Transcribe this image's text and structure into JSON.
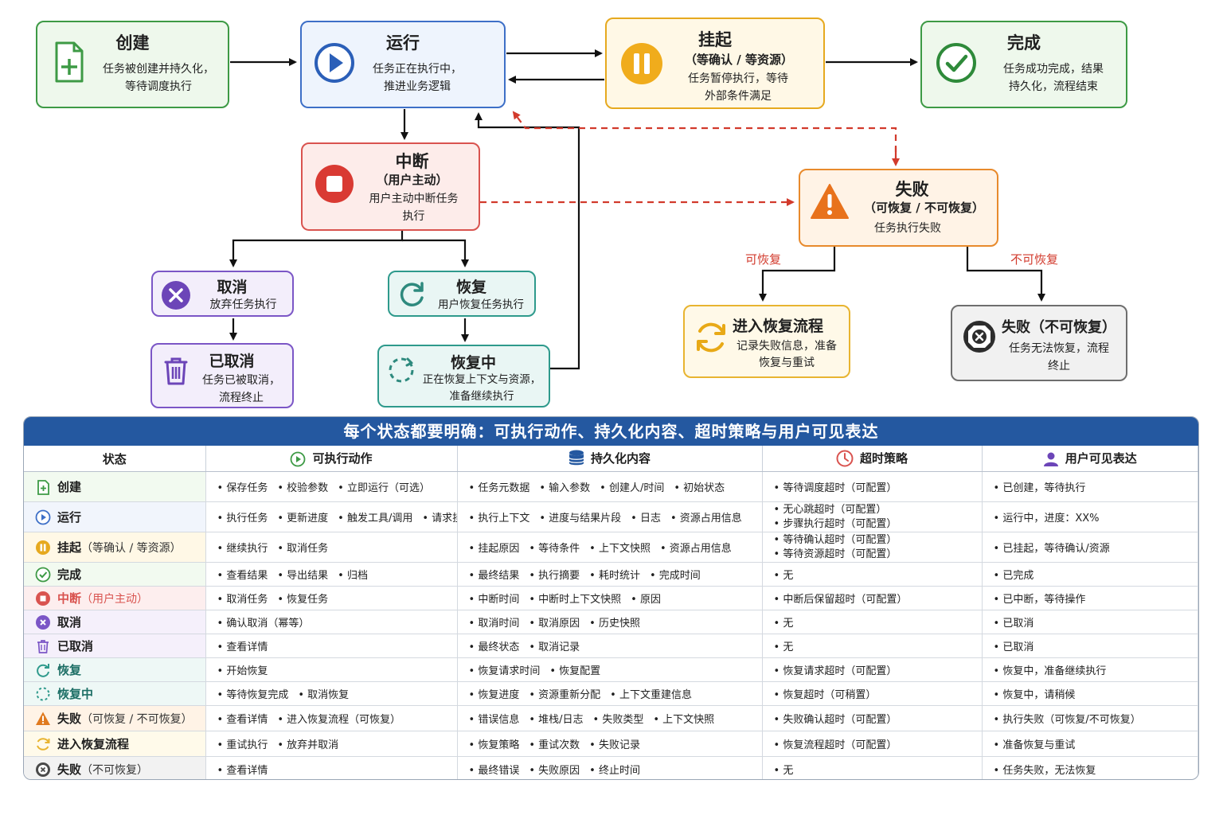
{
  "nodes": {
    "create": {
      "title": "创建",
      "desc": "任务被创建并持久化，\n等待调度执行"
    },
    "running": {
      "title": "运行",
      "desc": "任务正在执行中，\n推进业务逻辑"
    },
    "suspended": {
      "title": "挂起",
      "sub": "（等确认 / 等资源）",
      "desc": "任务暂停执行，等待\n外部条件满足"
    },
    "done": {
      "title": "完成",
      "desc": "任务成功完成，结果\n持久化，流程结束"
    },
    "interrupt": {
      "title": "中断",
      "sub": "（用户主动）",
      "desc": "用户主动中断任务\n执行"
    },
    "failed": {
      "title": "失败",
      "sub": "（可恢复 / 不可恢复）",
      "desc": "任务执行失败"
    },
    "cancel": {
      "title": "取消",
      "desc": "放弃任务执行"
    },
    "cancelled": {
      "title": "已取消",
      "desc": "任务已被取消，\n流程终止"
    },
    "resume": {
      "title": "恢复",
      "desc": "用户恢复任务执行"
    },
    "resuming": {
      "title": "恢复中",
      "desc": "正在恢复上下文与资源，\n准备继续执行"
    },
    "recovery": {
      "title": "进入恢复流程",
      "desc": "记录失败信息，准备\n恢复与重试"
    },
    "fatal": {
      "title": "失败（不可恢复）",
      "desc": "任务无法恢复，流程\n终止"
    }
  },
  "edge_labels": {
    "recoverable": "可恢复",
    "unrecoverable": "不可恢复"
  },
  "table": {
    "banner": "每个状态都要明确：可执行动作、持久化内容、超时策略与用户可见表达",
    "headers": [
      "状态",
      "可执行动作",
      "持久化内容",
      "超时策略",
      "用户可见表达"
    ],
    "rows": [
      {
        "icon": "file-plus-icon",
        "color": "#3d9a45",
        "bg": "#f2faf0",
        "state": "创建",
        "note": "",
        "actions": [
          "保存任务",
          "校验参数",
          "立即运行（可选）"
        ],
        "persist": [
          "任务元数据",
          "输入参数",
          "创建人/时间",
          "初始状态"
        ],
        "timeout": [
          "等待调度超时（可配置）"
        ],
        "user": "已创建，等待执行"
      },
      {
        "icon": "play-icon",
        "color": "#3d6fc7",
        "bg": "#f1f5fc",
        "state": "运行",
        "note": "",
        "actions": [
          "执行任务",
          "更新进度",
          "触发工具/调用",
          "请求挂起"
        ],
        "persist": [
          "执行上下文",
          "进度与结果片段",
          "日志",
          "资源占用信息"
        ],
        "timeout": [
          "无心跳超时（可配置）",
          "步骤执行超时（可配置）"
        ],
        "user": "运行中，进度：XX%"
      },
      {
        "icon": "pause-icon",
        "color": "#e6a91f",
        "bg": "#fff8e6",
        "state": "挂起",
        "note": "（等确认 / 等资源）",
        "actions": [
          "继续执行",
          "取消任务"
        ],
        "persist": [
          "挂起原因",
          "等待条件",
          "上下文快照",
          "资源占用信息"
        ],
        "timeout": [
          "等待确认超时（可配置）",
          "等待资源超时（可配置）"
        ],
        "user": "已挂起，等待确认/资源"
      },
      {
        "icon": "check-circle-icon",
        "color": "#3d9a45",
        "bg": "#f2faf0",
        "state": "完成",
        "note": "",
        "actions": [
          "查看结果",
          "导出结果",
          "归档"
        ],
        "persist": [
          "最终结果",
          "执行摘要",
          "耗时统计",
          "完成时间"
        ],
        "timeout": [
          "无"
        ],
        "user": "已完成"
      },
      {
        "icon": "stop-icon",
        "color": "#d9534f",
        "bg": "#fdeeee",
        "state": "中断",
        "note": "（用户主动）",
        "actions": [
          "取消任务",
          "恢复任务"
        ],
        "persist": [
          "中断时间",
          "中断时上下文快照",
          "原因"
        ],
        "timeout": [
          "中断后保留超时（可配置）"
        ],
        "user": "已中断，等待操作"
      },
      {
        "icon": "x-circle-icon",
        "color": "#7b56c6",
        "bg": "#f5f0fb",
        "state": "取消",
        "note": "",
        "actions": [
          "确认取消（幂等）"
        ],
        "persist": [
          "取消时间",
          "取消原因",
          "历史快照"
        ],
        "timeout": [
          "无"
        ],
        "user": "已取消"
      },
      {
        "icon": "trash-icon",
        "color": "#7b56c6",
        "bg": "#f5f0fb",
        "state": "已取消",
        "note": "",
        "actions": [
          "查看详情"
        ],
        "persist": [
          "最终状态",
          "取消记录"
        ],
        "timeout": [
          "无"
        ],
        "user": "已取消"
      },
      {
        "icon": "refresh-icon",
        "color": "#2e9a8c",
        "bg": "#eef8f6",
        "state": "恢复",
        "note": "",
        "actions": [
          "开始恢复"
        ],
        "persist": [
          "恢复请求时间",
          "恢复配置"
        ],
        "timeout": [
          "恢复请求超时（可配置）"
        ],
        "user": "恢复中，准备继续执行"
      },
      {
        "icon": "loading-icon",
        "color": "#2e9a8c",
        "bg": "#eef8f6",
        "state": "恢复中",
        "note": "",
        "actions": [
          "等待恢复完成",
          "取消恢复"
        ],
        "persist": [
          "恢复进度",
          "资源重新分配",
          "上下文重建信息"
        ],
        "timeout": [
          "恢复超时（可稍置）"
        ],
        "user": "恢复中，请稍候"
      },
      {
        "icon": "warning-icon",
        "color": "#e07a1f",
        "bg": "#fff3e6",
        "state": "失败",
        "note": "（可恢复 / 不可恢复）",
        "actions": [
          "查看详情",
          "进入恢复流程（可恢复）"
        ],
        "persist": [
          "错误信息",
          "堆栈/日志",
          "失败类型",
          "上下文快照"
        ],
        "timeout": [
          "失败确认超时（可配置）"
        ],
        "user": "执行失败（可恢复/不可恢复）"
      },
      {
        "icon": "retry-icon",
        "color": "#e8b430",
        "bg": "#fffaea",
        "state": "进入恢复流程",
        "note": "",
        "actions": [
          "重试执行",
          "放弃并取消"
        ],
        "persist": [
          "恢复策略",
          "重试次数",
          "失败记录"
        ],
        "timeout": [
          "恢复流程超时（可配置）"
        ],
        "user": "准备恢复与重试"
      },
      {
        "icon": "x-octagon-icon",
        "color": "#4a4a4a",
        "bg": "#f2f2f2",
        "state": "失败",
        "note": "（不可恢复）",
        "actions": [
          "查看详情"
        ],
        "persist": [
          "最终错误",
          "失败原因",
          "终止时间"
        ],
        "timeout": [
          "无"
        ],
        "user": "任务失败，无法恢复"
      }
    ]
  }
}
